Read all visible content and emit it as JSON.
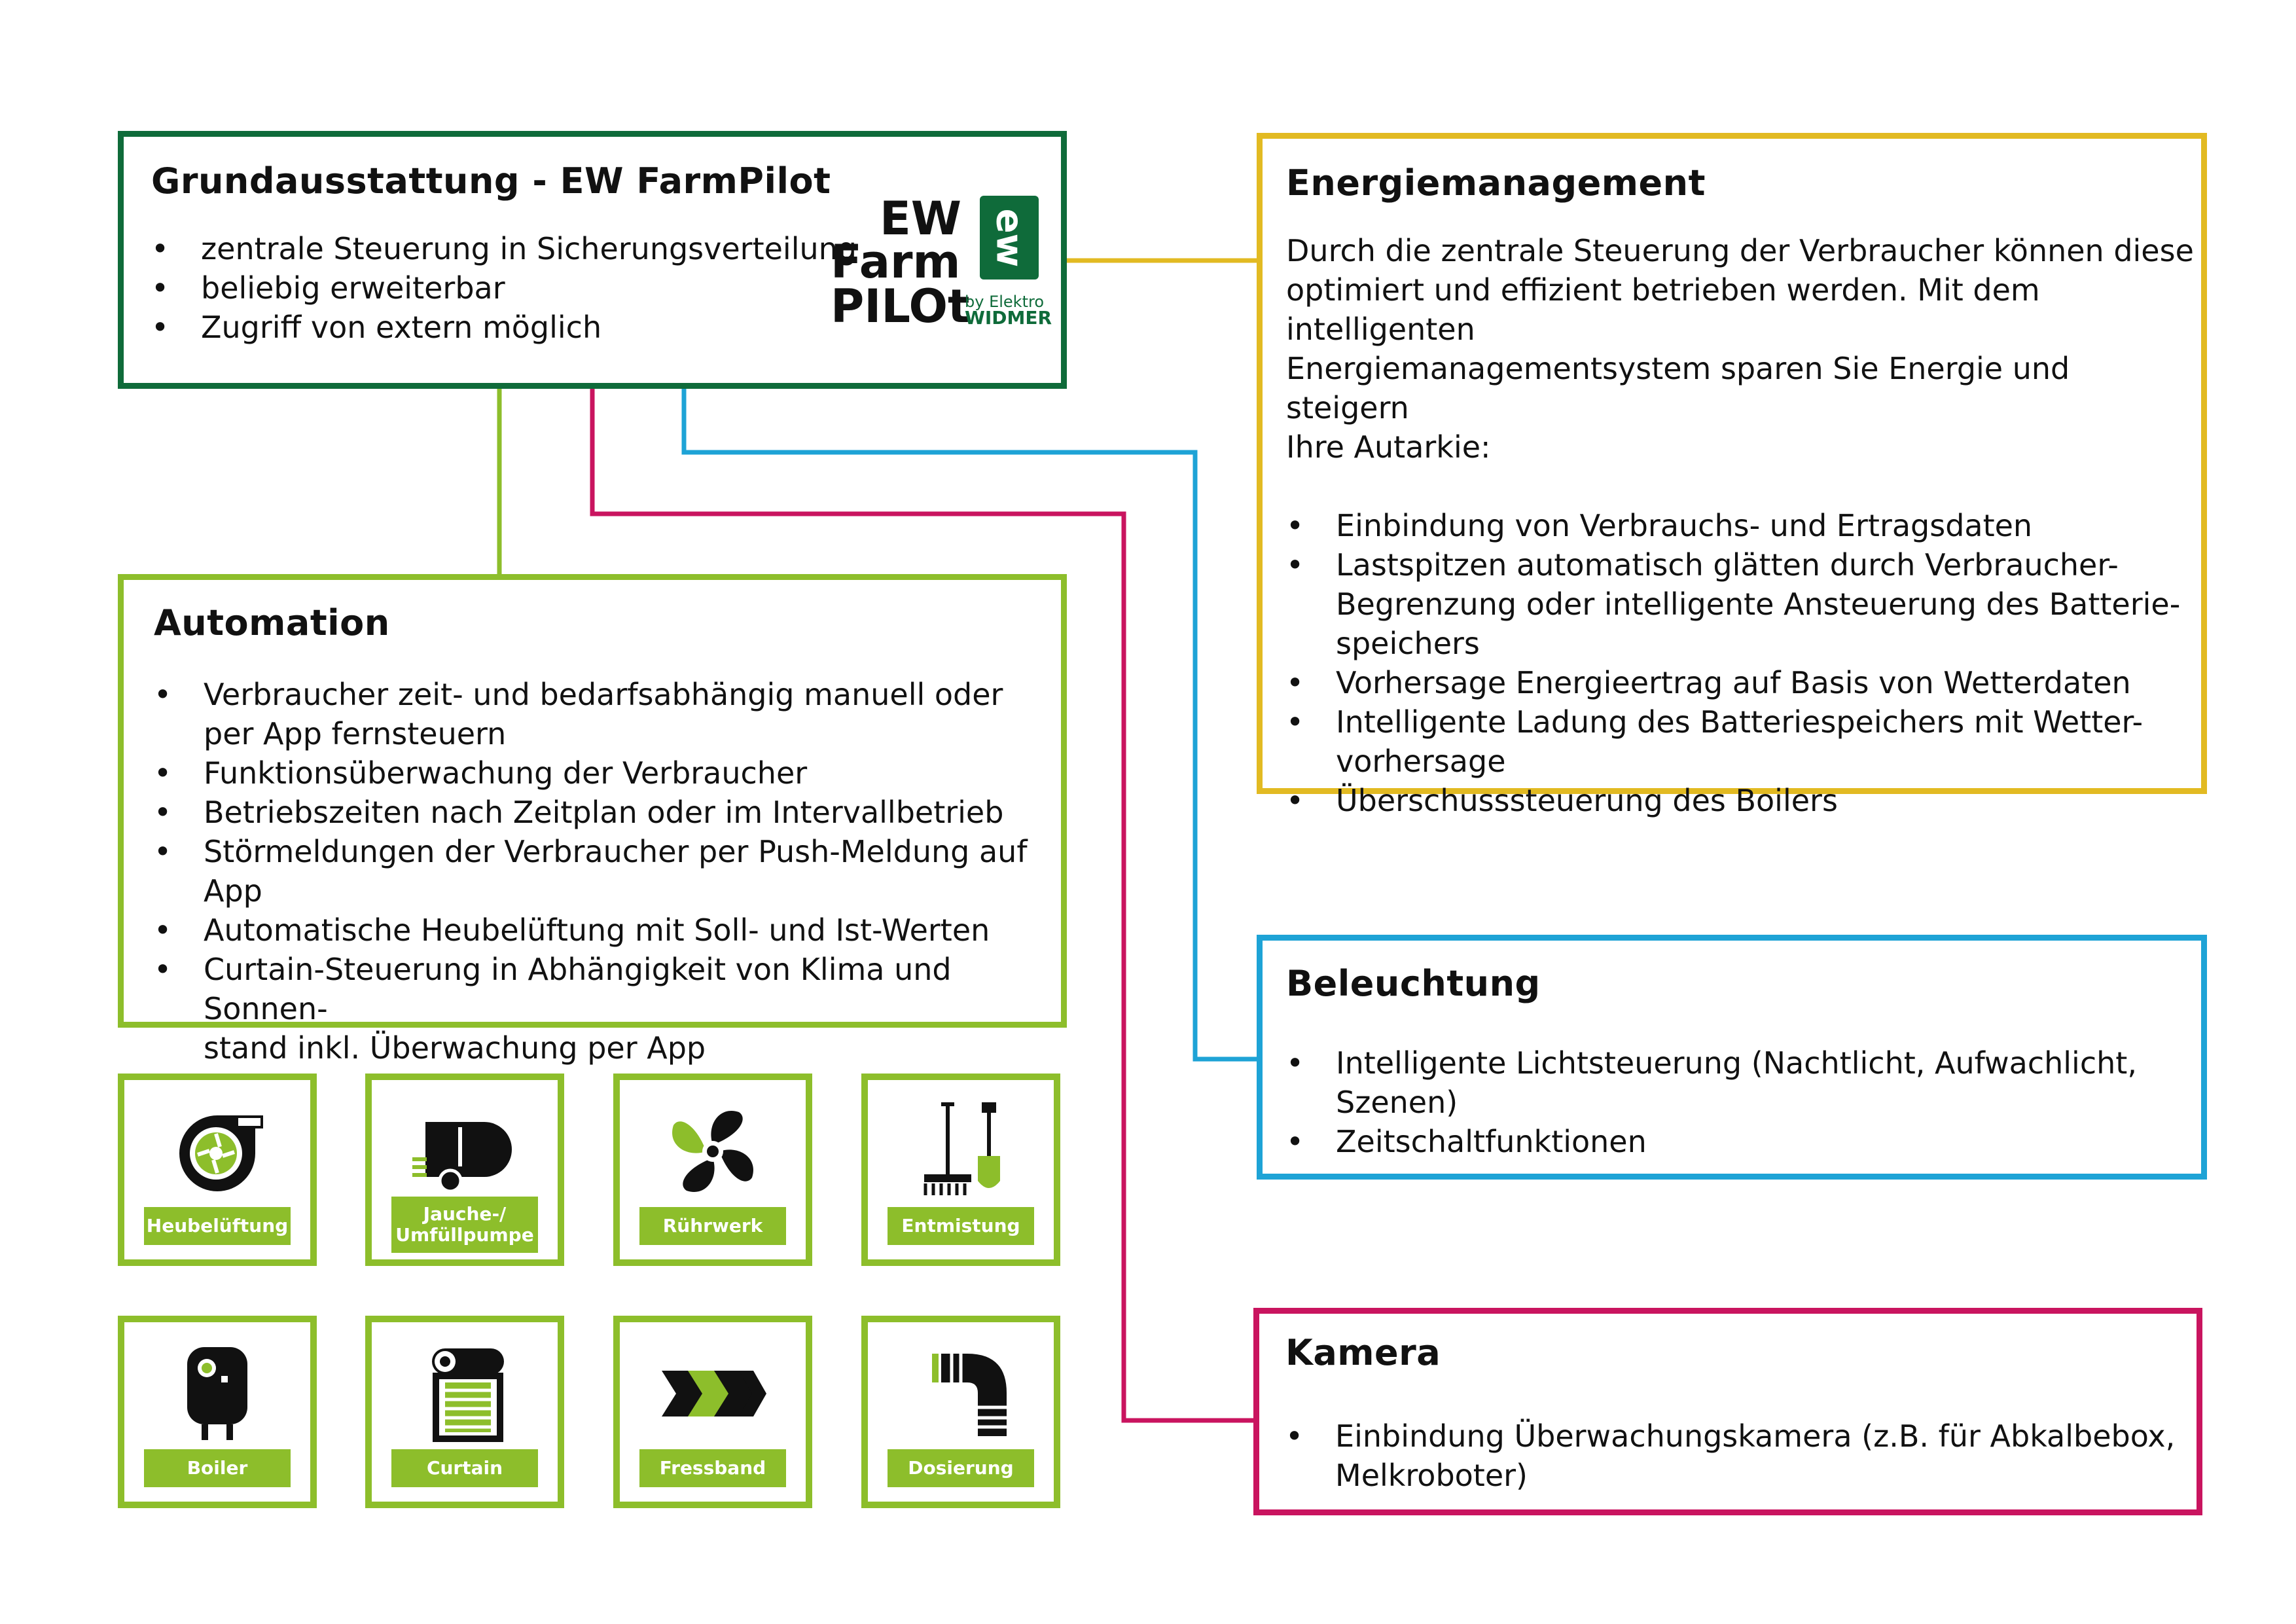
{
  "colors": {
    "dark_green": "#0F6B3A",
    "light_green": "#8DBE2B",
    "yellow": "#E2BA22",
    "blue": "#1EA3D6",
    "magenta": "#C9145F"
  },
  "grundausstattung": {
    "title": "Grundausstattung - EW FarmPilot",
    "items": [
      "zentrale Steuerung in Sicherungsverteilung",
      "beliebig erweiterbar",
      "Zugriff von extern möglich"
    ],
    "logo": {
      "line1": "EW",
      "line2": "Farm",
      "line3": "PILOt",
      "badge": "ew",
      "by": "by Elektro",
      "brand": "WIDMER"
    }
  },
  "energiemanagement": {
    "title": "Energiemanagement",
    "intro_lines": [
      "Durch die zentrale Steuerung der Verbraucher können diese",
      "optimiert und effizient betrieben werden. Mit dem intelligenten",
      "Energiemanagementsystem sparen Sie Energie und steigern",
      "Ihre Autarkie:"
    ],
    "items": [
      "Einbindung von Verbrauchs- und Ertragsdaten",
      "Lastspitzen automatisch glätten durch Verbraucher-\nBegrenzung oder intelligente Ansteuerung des Batterie-\nspeichers",
      "Vorhersage Energieertrag auf Basis von Wetterdaten",
      "Intelligente Ladung des Batteriespeichers mit Wetter-\nvorhersage",
      "Überschusssteuerung des Boilers"
    ]
  },
  "automation": {
    "title": "Automation",
    "items": [
      "Verbraucher zeit- und bedarfsabhängig manuell oder\nper App fernsteuern",
      "Funktionsüberwachung der Verbraucher",
      "Betriebszeiten nach Zeitplan oder im Intervallbetrieb",
      "Störmeldungen der Verbraucher per Push-Meldung auf App",
      "Automatische Heubelüftung mit Soll- und Ist-Werten",
      "Curtain-Steuerung in Abhängigkeit von Klima und Sonnen-\nstand inkl. Überwachung per App"
    ]
  },
  "beleuchtung": {
    "title": "Beleuchtung",
    "items": [
      "Intelligente Lichtsteuerung (Nachtlicht, Aufwachlicht,\nSzenen)",
      "Zeitschaltfunktionen"
    ]
  },
  "kamera": {
    "title": "Kamera",
    "items": [
      "Einbindung Überwachungskamera (z.B. für Abkalbebox,\nMelkroboter)"
    ]
  },
  "tiles": [
    {
      "label": "Heubelüftung",
      "icon": "fan-blower-icon"
    },
    {
      "label": "Jauche-/\nUmfüllpumpe",
      "icon": "slurry-tank-icon"
    },
    {
      "label": "Rührwerk",
      "icon": "agitator-propeller-icon"
    },
    {
      "label": "Entmistung",
      "icon": "rake-shovel-icon"
    },
    {
      "label": "Boiler",
      "icon": "boiler-icon"
    },
    {
      "label": "Curtain",
      "icon": "curtain-roll-icon"
    },
    {
      "label": "Fressband",
      "icon": "conveyor-chevrons-icon"
    },
    {
      "label": "Dosierung",
      "icon": "dosing-pipe-icon"
    }
  ]
}
